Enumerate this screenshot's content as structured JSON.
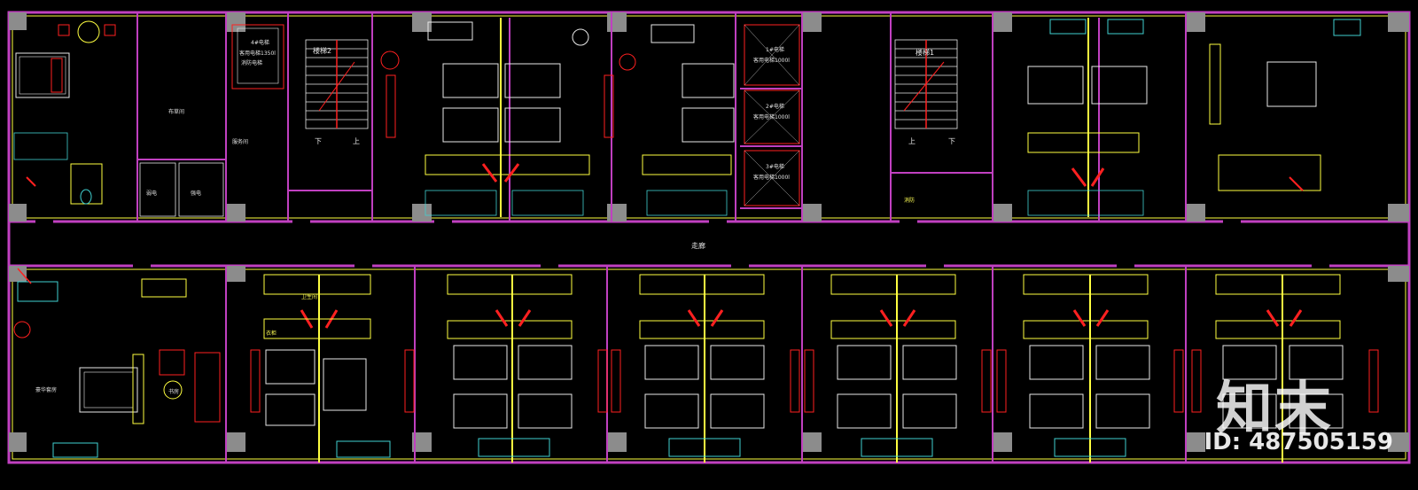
{
  "colors": {
    "wall": "#c040c0",
    "column": "#8c8c8c",
    "door": "#ff2020",
    "furniture": "#ffff40",
    "fixture": "#40d0d0",
    "white": "#e8e8e8",
    "green": "#40d040"
  },
  "labels": {
    "elev4": "4#电梯",
    "elev4_sub": "客用电梯1350l",
    "elev4_sub2": "消防电梯",
    "stair2": "楼梯2",
    "stair1": "楼梯1",
    "down": "下",
    "up": "上",
    "elev1": "1#电梯",
    "elev1_sub": "客用电梯1000l",
    "elev2": "2#电梯",
    "elev2_sub": "客用电梯1000l",
    "elev3": "3#电梯",
    "elev3_sub": "客用电梯1000l",
    "linen": "布草间",
    "pantry": "服务间",
    "weak": "弱电",
    "strong": "强电",
    "suite": "豪华套房",
    "study": "书房",
    "bath": "卫生间",
    "wardrobe": "衣柜",
    "fire": "消防",
    "corridor": "走廊"
  },
  "watermark": {
    "brand": "知末",
    "id": "ID: 487505159"
  }
}
